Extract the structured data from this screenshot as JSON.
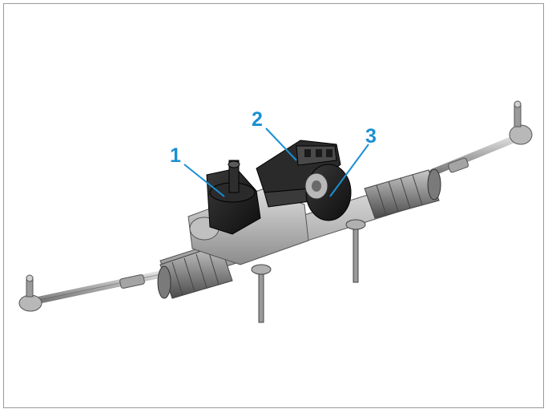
{
  "callouts": [
    {
      "label": "1"
    },
    {
      "label": "2"
    },
    {
      "label": "3"
    }
  ],
  "colors": {
    "callout": "#1b8fd2",
    "frame": "#9a9a9a",
    "metal_light": "#d2d2d2",
    "metal_mid": "#9c9c9c",
    "metal_dark": "#4a4a4a",
    "black_part": "#1a1a1a"
  }
}
